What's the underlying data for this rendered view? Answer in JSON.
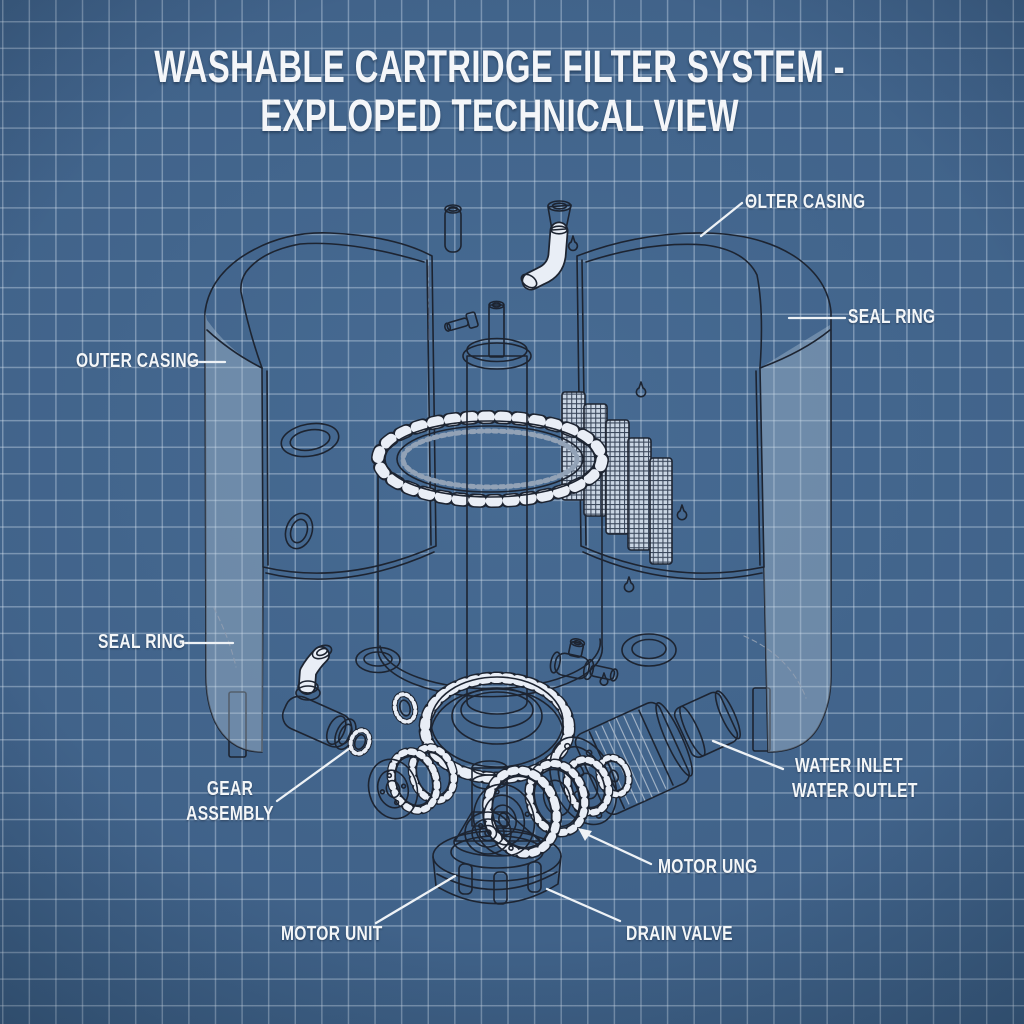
{
  "title": {
    "line1": "WASHABLE CARTRIDGE FILTER SYSTEM -",
    "line2": "EXPLOPED TECHNICAL VIEW"
  },
  "labels": {
    "outer_casing_right": "ΘLTER CASING",
    "seal_ring_right": "SEAL RING",
    "outer_casing_left": "OUTER CASING",
    "seal_ring_left": "SEAL RING",
    "gear_assembly_line1": "GEAR",
    "gear_assembly_line2": "ASSEMBLY",
    "water_line1": "WATER INLET",
    "water_line2": "WATER OUTLET",
    "motor_ring": "MOTOR UNG",
    "motor_unit": "MOTOR UNIT",
    "drain_valve": "DRAIN VALVE"
  },
  "colors": {
    "background": "#406289",
    "grid_line": "#aabdd0",
    "ink_outline": "#1d2431",
    "part_fill": "#e9eef6",
    "part_shade": "#d2dce9",
    "label_text": "#f3f6f8",
    "leader_line": "#eef2f6"
  }
}
